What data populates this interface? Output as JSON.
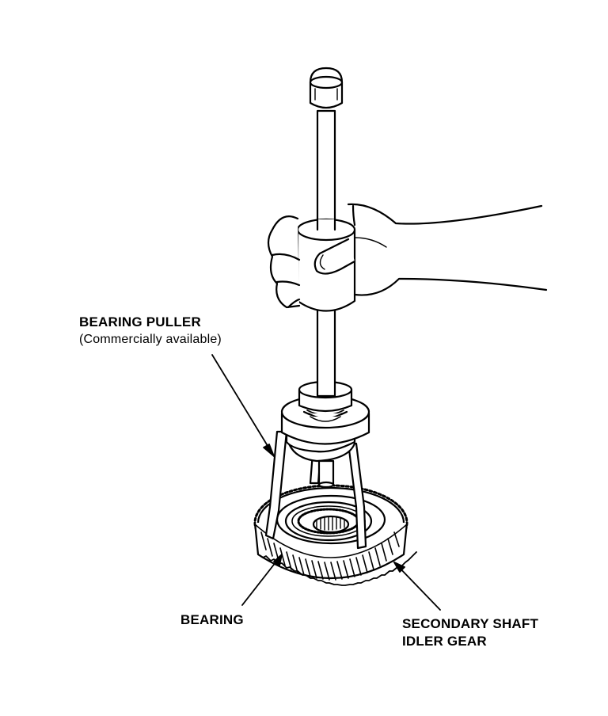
{
  "labels": {
    "bearing_puller": "BEARING PULLER",
    "bearing_puller_note": "(Commercially available)",
    "bearing": "BEARING",
    "idler_gear_line1": "SECONDARY SHAFT",
    "idler_gear_line2": "IDLER GEAR"
  }
}
